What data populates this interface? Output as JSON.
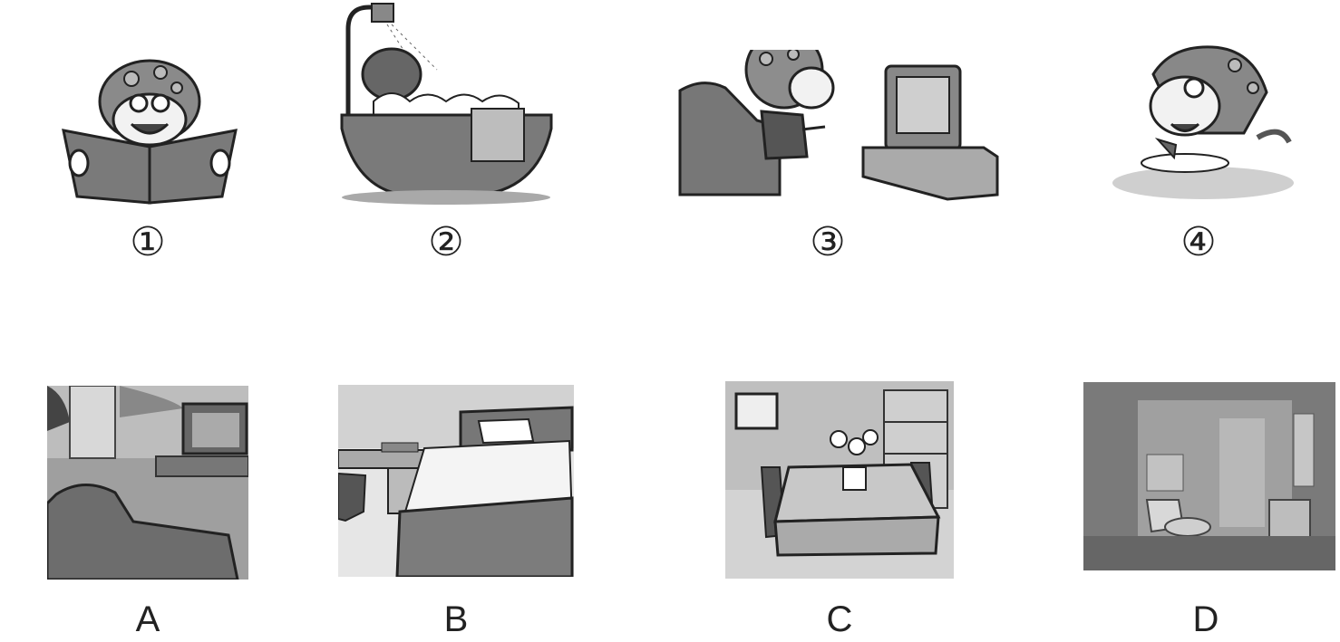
{
  "activities": [
    {
      "number": "①",
      "icon": "frog-reading-icon"
    },
    {
      "number": "②",
      "icon": "frog-bathing-icon"
    },
    {
      "number": "③",
      "icon": "frog-watching-tv-icon"
    },
    {
      "number": "④",
      "icon": "frog-eating-icon"
    }
  ],
  "rooms": [
    {
      "letter": "A",
      "icon": "living-room-icon"
    },
    {
      "letter": "B",
      "icon": "bedroom-icon"
    },
    {
      "letter": "C",
      "icon": "dining-room-icon"
    },
    {
      "letter": "D",
      "icon": "bathroom-icon"
    }
  ],
  "colors": {
    "ink": "#222222",
    "photo_gray": "#9a9a9a",
    "light_gray": "#d6d6d6"
  }
}
